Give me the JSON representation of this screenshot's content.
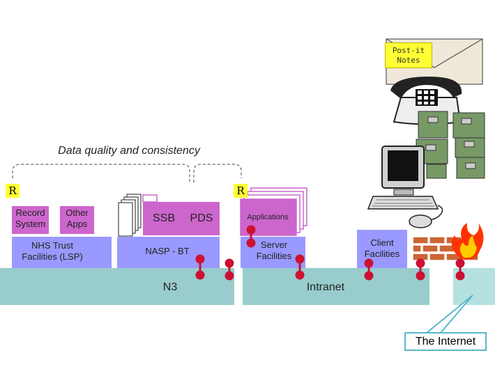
{
  "postit": {
    "text": "Post-it\nNotes"
  },
  "heading": {
    "text": "Data quality and consistency"
  },
  "router_left": {
    "text": "R"
  },
  "router_right": {
    "text": "R"
  },
  "record_system": {
    "text": "Record\nSystem"
  },
  "other_apps": {
    "text": "Other\nApps"
  },
  "nhs_trust": {
    "text": "NHS Trust\nFacilities (LSP)"
  },
  "ssb": {
    "text": "SSB"
  },
  "pds": {
    "text": "PDS"
  },
  "nasp": {
    "text": "NASP - BT"
  },
  "applications": {
    "text": "Applications"
  },
  "server_facilities": {
    "text": "Server\nFacilities"
  },
  "client_facilities": {
    "text": "Client\nFacilities"
  },
  "n3": {
    "text": "N3"
  },
  "intranet": {
    "text": "Intranet"
  },
  "the_internet": {
    "text": "The Internet"
  },
  "colors": {
    "purple_box": "#cc66cc",
    "lavender_band": "#9999ff",
    "network_band": "#99cccc",
    "connector": "#cc1133",
    "postit": "#ffff33"
  },
  "icons": [
    "envelope-icon",
    "telephone-icon",
    "filing-cabinet-icon",
    "computer-icon",
    "keyboard-icon",
    "mouse-icon",
    "brick-firewall-icon",
    "flame-icon"
  ]
}
